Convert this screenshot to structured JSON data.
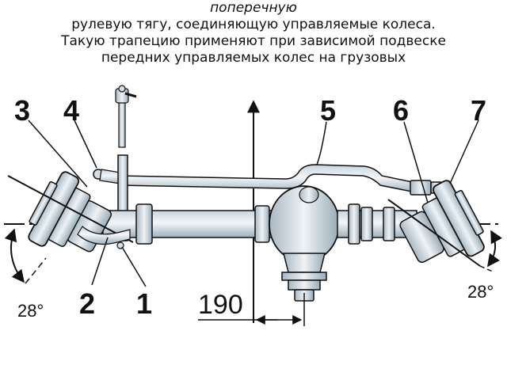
{
  "caption": {
    "line0": "поперечную",
    "line1": "рулевую тягу, соединяющую управляемые колеса.",
    "line2": "Такую трапецию применяют при зависимой подвеске",
    "line3": "передних управляемых колес на грузовых"
  },
  "callouts": {
    "c1": "1",
    "c2": "2",
    "c3": "3",
    "c4": "4",
    "c5": "5",
    "c6": "6",
    "c7": "7"
  },
  "angles": {
    "left": "28°",
    "right": "28°"
  },
  "dimension": {
    "value": "190"
  }
}
